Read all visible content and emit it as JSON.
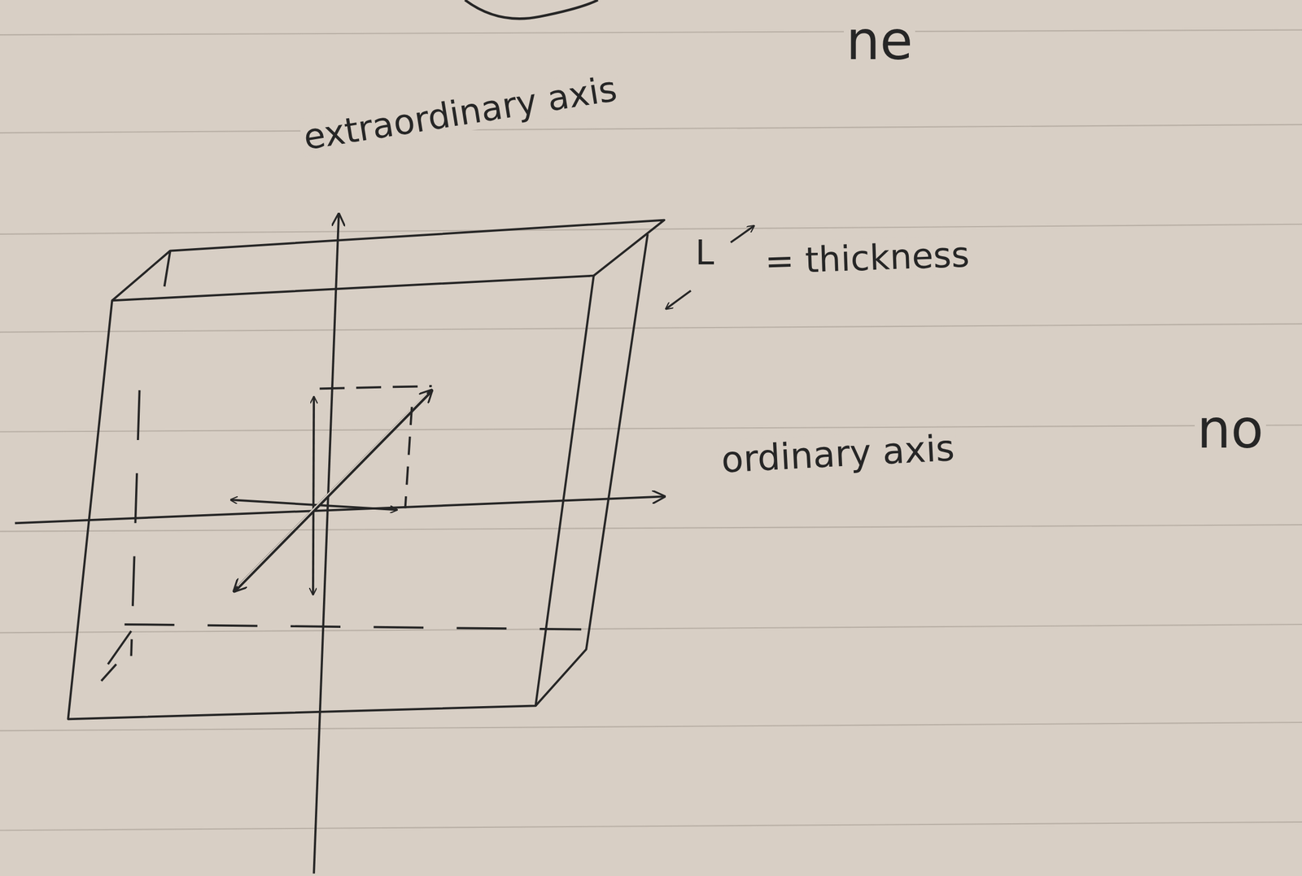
{
  "diagram": {
    "labels": [
      "extraordinary axis",
      "ne",
      "L",
      "= thickness",
      "ordinary axis",
      "no"
    ]
  }
}
